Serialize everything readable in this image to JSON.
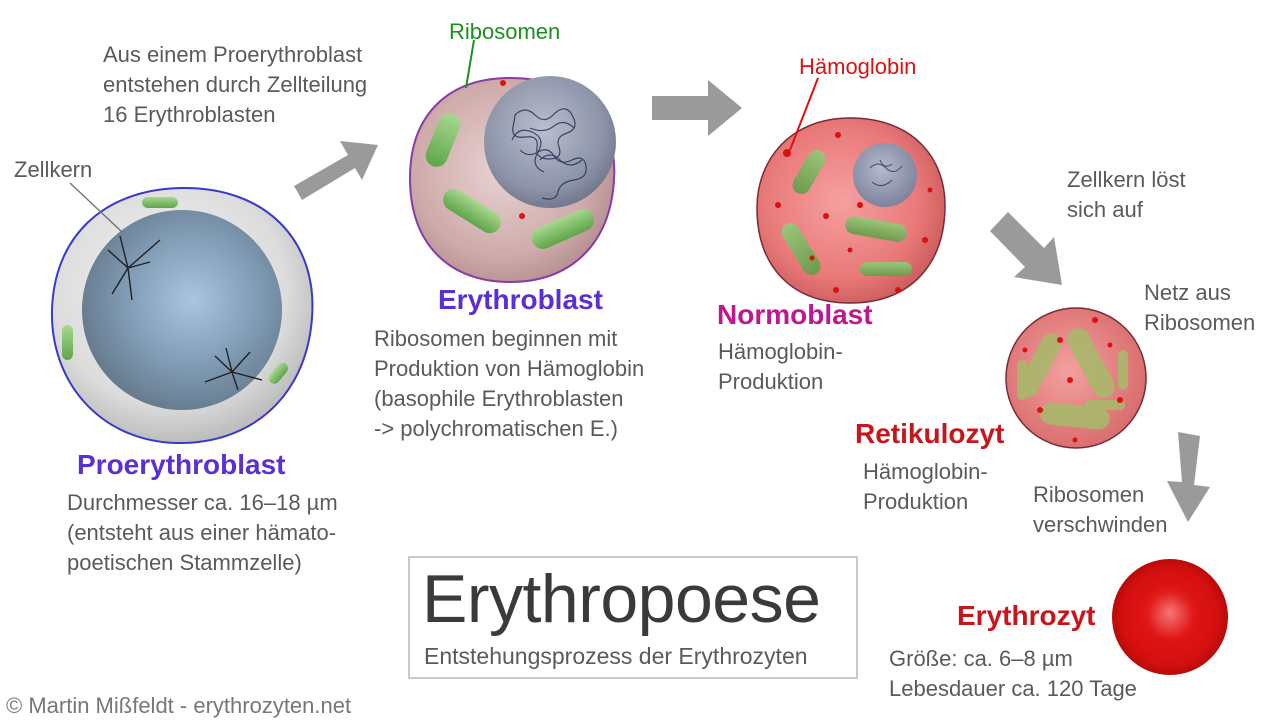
{
  "title": "Erythropoese",
  "subtitle": "Entstehungsprozess der Erythrozyten",
  "copyright": "© Martin Mißfeldt - erythrozyten.net",
  "colors": {
    "stage_title_purple": "#5a2fd6",
    "stage_title_magenta": "#c0168f",
    "stage_title_red": "#c8151b",
    "label_green": "#1c8f1c",
    "label_red": "#e01010",
    "text_gray": "#5a5a5a",
    "arrow_gray": "#9a9a9a"
  },
  "stages": {
    "proerythroblast": {
      "name": "Proerythroblast",
      "description": [
        "Durchmesser ca. 16–18 µm",
        "(entsteht aus einer hämato-",
        "poetischen Stammzelle)"
      ],
      "pointer_label": "Zellkern"
    },
    "erythroblast": {
      "name": "Erythroblast",
      "description": [
        "Ribosomen beginnen mit",
        "Produktion von Hämoglobin",
        "(basophile Erythroblasten",
        "-> polychromatischen E.)"
      ],
      "pointer_label": "Ribosomen"
    },
    "normoblast": {
      "name": "Normoblast",
      "description": [
        "Hämoglobin-",
        "Produktion"
      ],
      "pointer_label": "Hämoglobin"
    },
    "retikulozyt": {
      "name": "Retikulozyt",
      "description": [
        "Hämoglobin-",
        "Produktion"
      ],
      "side_label": [
        "Netz aus",
        "Ribosomen"
      ]
    },
    "erythrozyt": {
      "name": "Erythrozyt",
      "description": [
        "Größe: ca. 6–8 µm",
        "Lebesdauer ca. 120 Tage"
      ]
    }
  },
  "transitions": {
    "proerythroblast_to_erythroblast": [
      "Aus einem Proerythroblast",
      "entstehen durch Zellteilung",
      "16 Erythroblasten"
    ],
    "normoblast_to_retikulozyt": [
      "Zellkern löst",
      "sich auf"
    ],
    "retikulozyt_to_erythrozyt": [
      "Ribosomen",
      "verschwinden"
    ]
  }
}
